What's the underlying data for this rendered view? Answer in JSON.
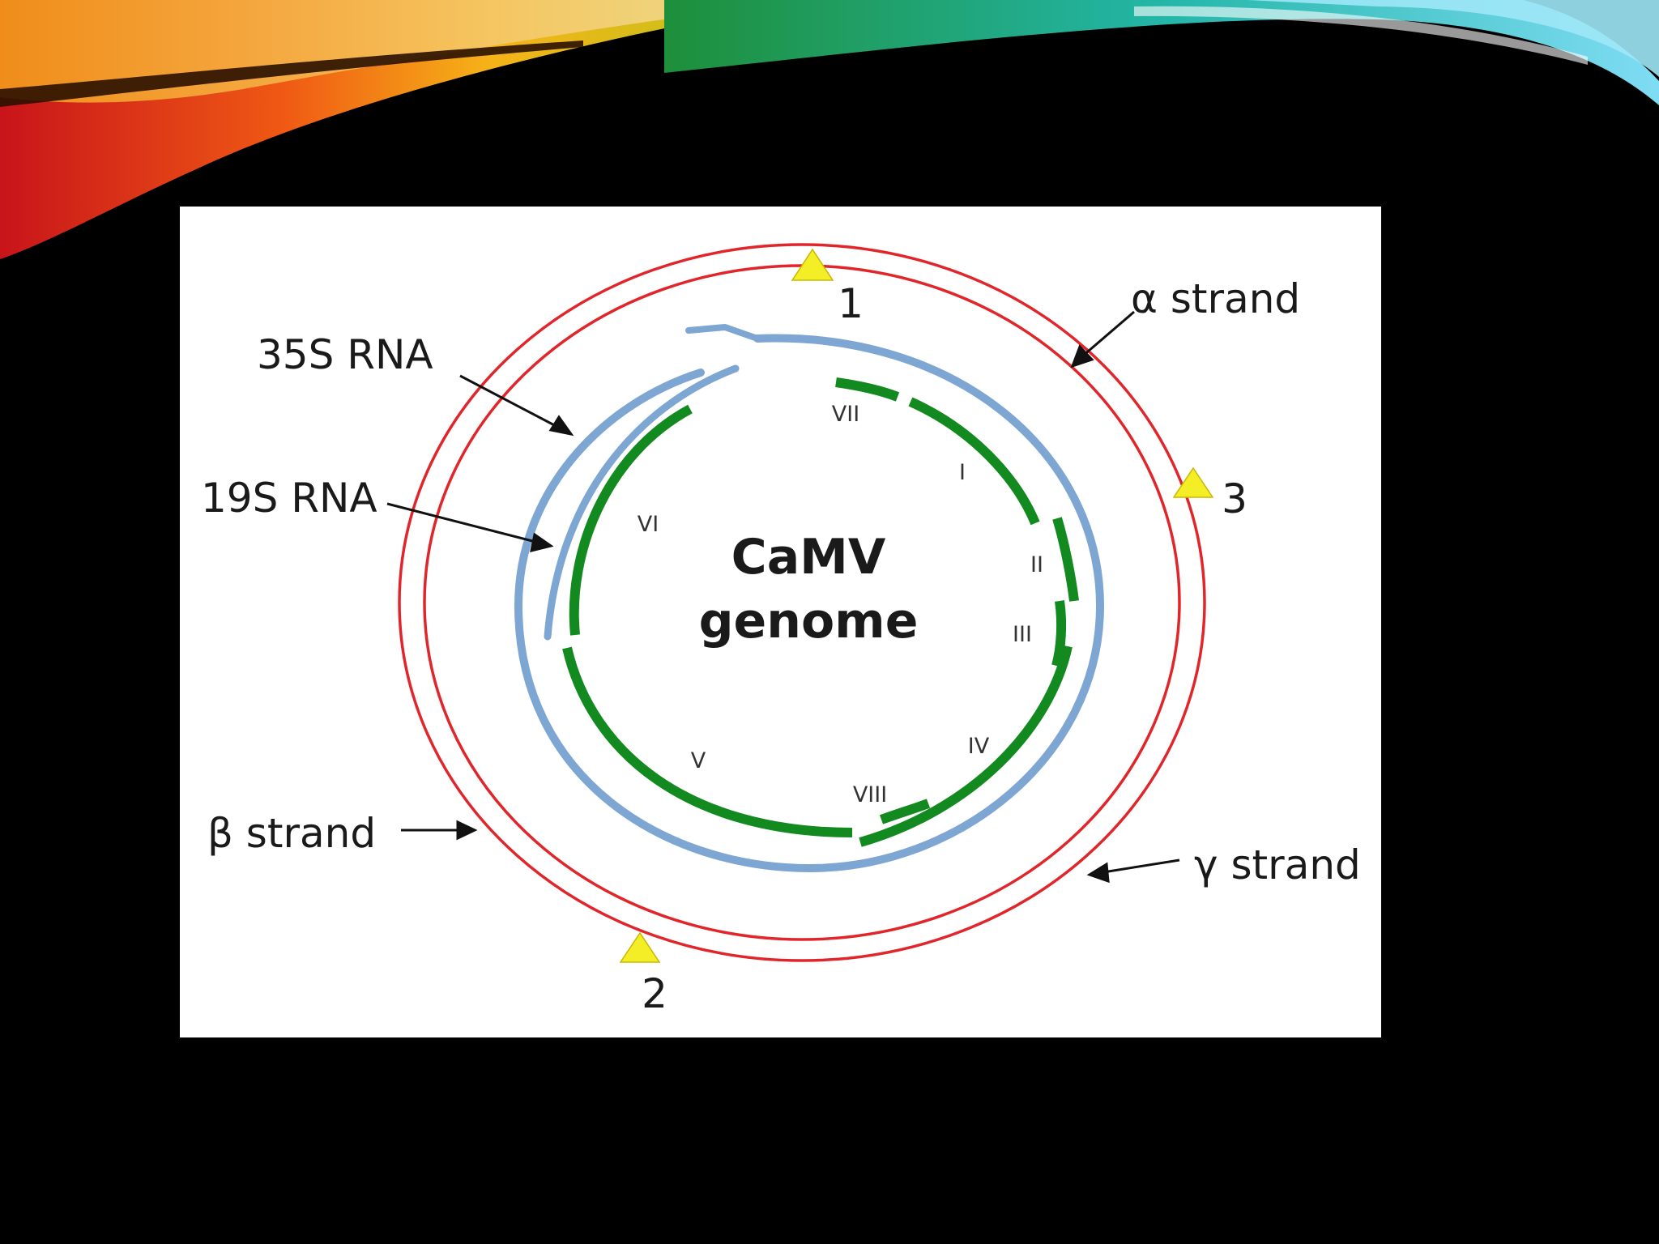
{
  "diagram": {
    "title_line1": "CaMV",
    "title_line2": "genome",
    "labels": {
      "rna35s": "35S RNA",
      "rna19s": "19S RNA",
      "alpha": "α strand",
      "beta": "β strand",
      "gamma": "γ strand"
    },
    "sites": [
      "1",
      "2",
      "3"
    ],
    "orfs": [
      "VII",
      "I",
      "II",
      "III",
      "IV",
      "VIII",
      "V",
      "VI"
    ]
  },
  "colors": {
    "background": "#000000",
    "panel": "#ffffff",
    "dna_strand": "#e0262b",
    "rna": "#7ea6d3",
    "orf": "#138a1f",
    "marker": "#f3ee25"
  }
}
